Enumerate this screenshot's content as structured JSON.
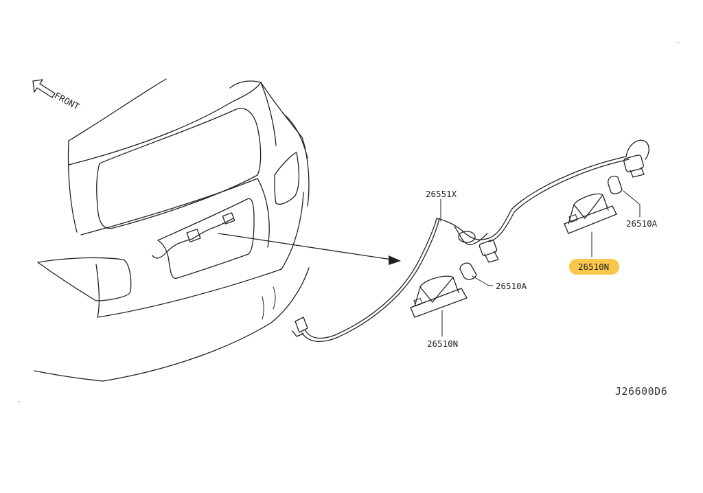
{
  "diagram": {
    "direction_label": "FRONT",
    "drawing_code": "J26600D6",
    "highlight_color": "#f9c84a",
    "callouts": [
      {
        "id": "harness",
        "label": "26551X",
        "highlighted": false
      },
      {
        "id": "bulb_right",
        "label": "26510A",
        "highlighted": false
      },
      {
        "id": "lamp_right",
        "label": "26510N",
        "highlighted": true
      },
      {
        "id": "bulb_left",
        "label": "26510A",
        "highlighted": false
      },
      {
        "id": "lamp_left",
        "label": "26510N",
        "highlighted": false
      }
    ]
  }
}
